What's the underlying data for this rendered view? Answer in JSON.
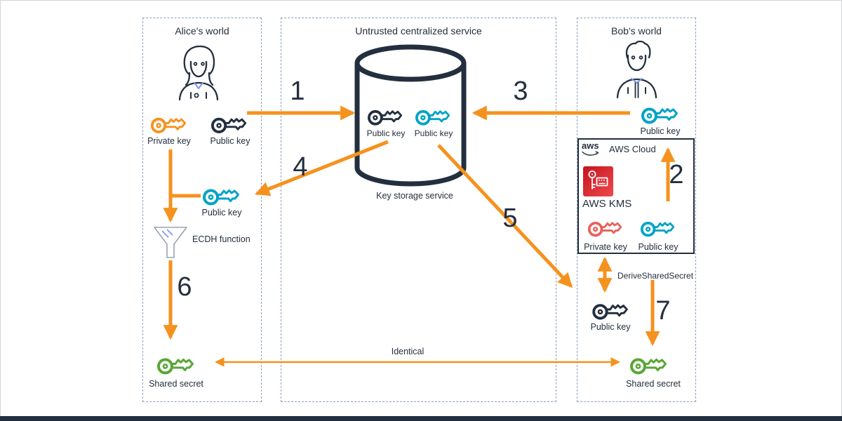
{
  "alice": {
    "title": "Alice's world",
    "private_key": "Private key",
    "public_key": "Public key",
    "received_public_key": "Public key",
    "ecdh_function": "ECDH function",
    "shared_secret": "Shared secret"
  },
  "service": {
    "title": "Untrusted centralized service",
    "stored_key_a": "Public key",
    "stored_key_b": "Public key",
    "caption": "Key storage service"
  },
  "bob": {
    "title": "Bob's world",
    "public_key": "Public key",
    "aws_logo": "aws",
    "aws_cloud": "AWS Cloud",
    "kms": "AWS KMS",
    "kms_private_key": "Private key",
    "kms_public_key": "Public key",
    "derive_call": "DeriveSharedSecret",
    "received_public_key": "Public key",
    "shared_secret": "Shared secret"
  },
  "steps": {
    "1": "1",
    "2": "2",
    "3": "3",
    "4": "4",
    "5": "5",
    "6": "6",
    "7": "7"
  },
  "identical": "Identical",
  "colors": {
    "navy": "#232F3E",
    "orange": "#F5921E",
    "teal": "#00A3C6",
    "green": "#59A636",
    "redkey": "#E9605A",
    "dash": "#8C9FBF"
  }
}
